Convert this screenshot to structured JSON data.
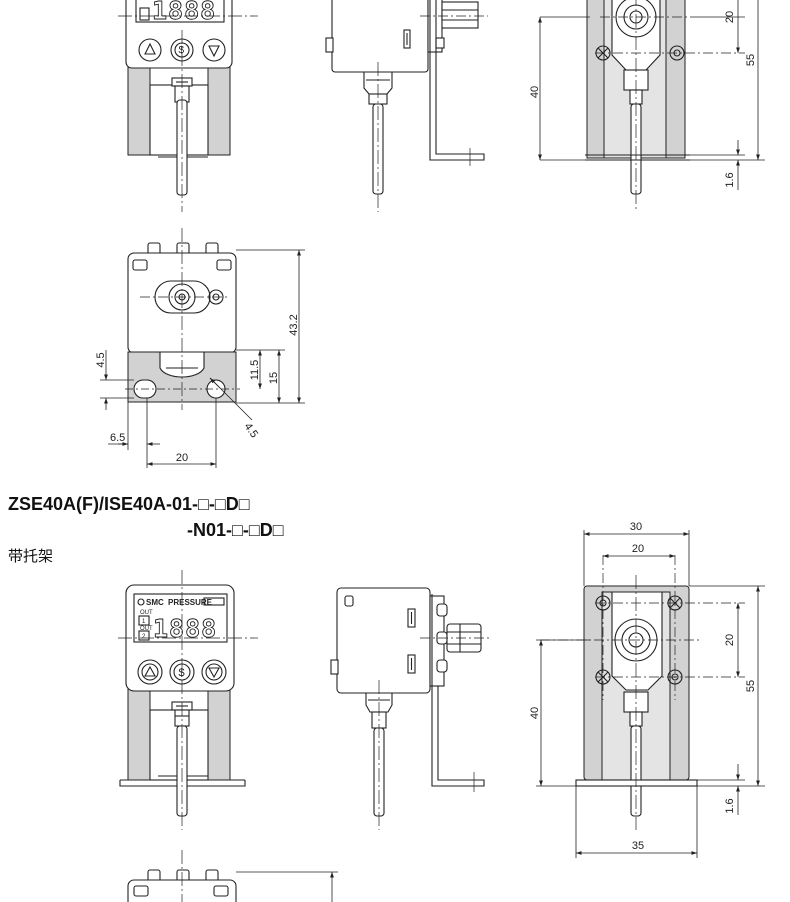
{
  "heading": {
    "model_line_1": "ZSE40A(F)/ISE40A-01-□-□D□",
    "model_line_2": "-N01-□-□D□",
    "caption": "带托架"
  },
  "panel": {
    "brand": "SMC",
    "mode_label": "PRESSURE",
    "display_digits": "1888",
    "out1_label": "OUT",
    "out1_num": "1",
    "out2_label": "OUT",
    "out2_num": "2"
  },
  "top_dims": {
    "side_20": "20",
    "side_55": "55",
    "side_40": "40",
    "side_16": "1.6",
    "bottom_432": "43.2",
    "bottom_45_left": "4.5",
    "bottom_115": "11.5",
    "bottom_15": "15",
    "bottom_45_diag": "4.5",
    "bottom_65": "6.5",
    "bottom_20": "20"
  },
  "lower_dims": {
    "width_30": "30",
    "width_20": "20",
    "side_20": "20",
    "side_55": "55",
    "side_40": "40",
    "side_16": "1.6",
    "base_35": "35"
  },
  "colors": {
    "line": "#222222",
    "shade": "#d2d2d2",
    "paper": "#ffffff"
  }
}
